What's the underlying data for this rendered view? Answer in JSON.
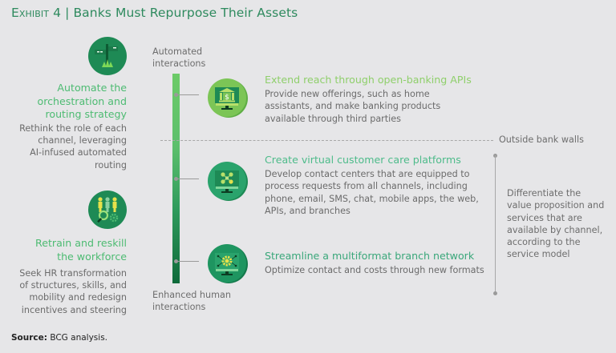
{
  "title": {
    "exhibit": "Exhibit 4",
    "separator": "|",
    "text": "Banks Must Repurpose Their Assets"
  },
  "left": [
    {
      "heading": "Automate the orchestration and routing strategy",
      "heading_lines": [
        "Automate the",
        "orchestration and",
        "routing strategy"
      ],
      "body_lines": [
        "Rethink the role of each",
        "channel, leveraging",
        "AI-infused automated",
        "routing"
      ],
      "icon": "signpost-icon"
    },
    {
      "heading": "Retrain and reskill the workforce",
      "heading_lines": [
        "Retrain and reskill",
        "the workforce"
      ],
      "body_lines": [
        "Seek HR transformation",
        "of structures, skills, and",
        "mobility and redesign",
        "incentives and steering"
      ],
      "icon": "people-search-icon"
    }
  ],
  "axis": {
    "top_lines": [
      "Automated",
      "interactions"
    ],
    "bottom_lines": [
      "Enhanced human",
      "interactions"
    ]
  },
  "items": [
    {
      "heading": "Extend reach through open-banking APIs",
      "body_lines": [
        "Provide new offerings, such as home",
        "assistants, and make banking products",
        "available through third parties"
      ],
      "icon": "bank-monitor-icon",
      "color": "#8fcf6b"
    },
    {
      "heading": "Create virtual customer care platforms",
      "body_lines": [
        "Develop contact centers that are equipped to",
        "process requests from all channels, including",
        "phone, email, SMS, chat, mobile apps, the web,",
        "APIs, and branches"
      ],
      "icon": "network-monitor-icon",
      "color": "#4dbb8a"
    },
    {
      "heading": "Streamline a multiformat branch network",
      "body_lines": [
        "Optimize contact and costs through new formats"
      ],
      "icon": "gear-monitor-icon",
      "color": "#3aa77a"
    }
  ],
  "boundary": {
    "label": "Outside bank walls"
  },
  "side_note": {
    "lines": [
      "Differentiate the",
      "value proposition and",
      "services that are",
      "available by channel,",
      "according to the",
      "service model"
    ]
  },
  "source": {
    "label": "Source:",
    "text": "BCG analysis."
  },
  "colors": {
    "title": "#2e8a5e",
    "left_heading": "#4dbb72",
    "bg": "#e6e6e8"
  }
}
